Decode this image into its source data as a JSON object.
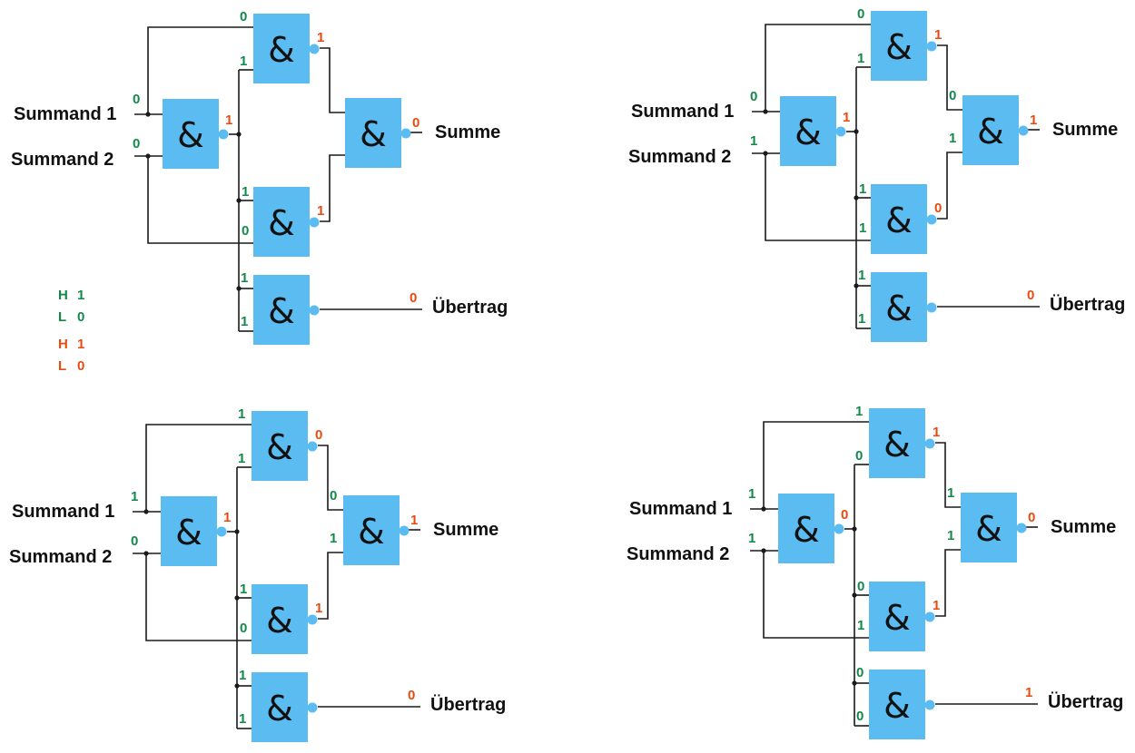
{
  "colors": {
    "input": "#12894a",
    "output": "#e64b10",
    "gate": "#5bbcf2",
    "wire": "#1a1a1a"
  },
  "labels": {
    "summand1": "Summand 1",
    "summand2": "Summand 2",
    "summe": "Summe",
    "uebertrag": "Übertrag",
    "gate_symbol": "&"
  },
  "legend": {
    "green": [
      {
        "letter": "H",
        "value": "1"
      },
      {
        "letter": "L",
        "value": "0"
      }
    ],
    "red": [
      {
        "letter": "H",
        "value": "1"
      },
      {
        "letter": "L",
        "value": "0"
      }
    ]
  },
  "circuits": [
    {
      "s1": "0",
      "s2": "0",
      "a_out": "1",
      "top_in1": "0",
      "top_in2": "1",
      "top_out": "1",
      "mid_in1": "1",
      "mid_in2": "0",
      "mid_out": "1",
      "sum_in1": "",
      "sum_in2": "",
      "summe": "0",
      "carry_in1": "1",
      "carry_in2": "1",
      "uebertrag": "0"
    },
    {
      "s1": "0",
      "s2": "1",
      "a_out": "1",
      "top_in1": "0",
      "top_in2": "1",
      "top_out": "1",
      "mid_in1": "1",
      "mid_in2": "1",
      "mid_out": "0",
      "sum_in1": "0",
      "sum_in2": "1",
      "summe": "1",
      "carry_in1": "1",
      "carry_in2": "1",
      "uebertrag": "0"
    },
    {
      "s1": "1",
      "s2": "0",
      "a_out": "1",
      "top_in1": "1",
      "top_in2": "1",
      "top_out": "0",
      "mid_in1": "1",
      "mid_in2": "0",
      "mid_out": "1",
      "sum_in1": "0",
      "sum_in2": "1",
      "summe": "1",
      "carry_in1": "1",
      "carry_in2": "1",
      "uebertrag": "0"
    },
    {
      "s1": "1",
      "s2": "1",
      "a_out": "0",
      "top_in1": "1",
      "top_in2": "0",
      "top_out": "1",
      "mid_in1": "0",
      "mid_in2": "1",
      "mid_out": "1",
      "sum_in1": "1",
      "sum_in2": "1",
      "summe": "0",
      "carry_in1": "0",
      "carry_in2": "0",
      "uebertrag": "1"
    }
  ]
}
